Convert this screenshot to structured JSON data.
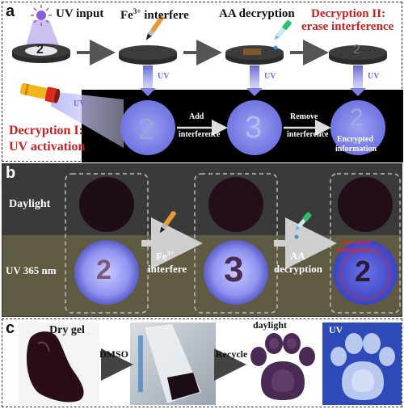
{
  "panel_a": {
    "letter": "a",
    "uv_input": "UV input",
    "fe_prefix": "Fe",
    "fe_sup": "3+",
    "fe_suffix": " interfere",
    "aa_decryption": "AA decryption",
    "decryption2_line1": "Decryption II:",
    "decryption2_line2": "erase interference",
    "decryption1_line1": "Decryption I:",
    "decryption1_line2": "UV activation",
    "uv_label": "UV",
    "digit_input": "2",
    "digit_after_add": "3",
    "digit_final": "2",
    "add_line1": "Add",
    "add_line2": "interference",
    "remove_line1": "Remove",
    "remove_line2": "interference",
    "encrypted_line1": "Encrypted",
    "encrypted_line2": "information"
  },
  "panel_b": {
    "letter": "b",
    "daylight": "Daylight",
    "uv365": "UV 365 nm",
    "fe_prefix": "Fe",
    "fe_sup": "3+",
    "interfere": "interfere",
    "aa_line1": "AA",
    "aa_line2": "decryption",
    "encrypted_line1": "Encrypted",
    "encrypted_line2": "information \"2\"",
    "digit_first": "2",
    "digit_second": "3",
    "digit_third": "2"
  },
  "panel_c": {
    "letter": "c",
    "dry_gel": "Dry gel",
    "dmso": "DMSO",
    "recycle": "Recycle",
    "daylight": "daylight",
    "uv": "UV"
  },
  "colors": {
    "accent_red": "#c8201e",
    "uv_blue": "#6f74e0",
    "gel_dark": "#2a0d18",
    "paw_purple": "#4a2a52"
  }
}
